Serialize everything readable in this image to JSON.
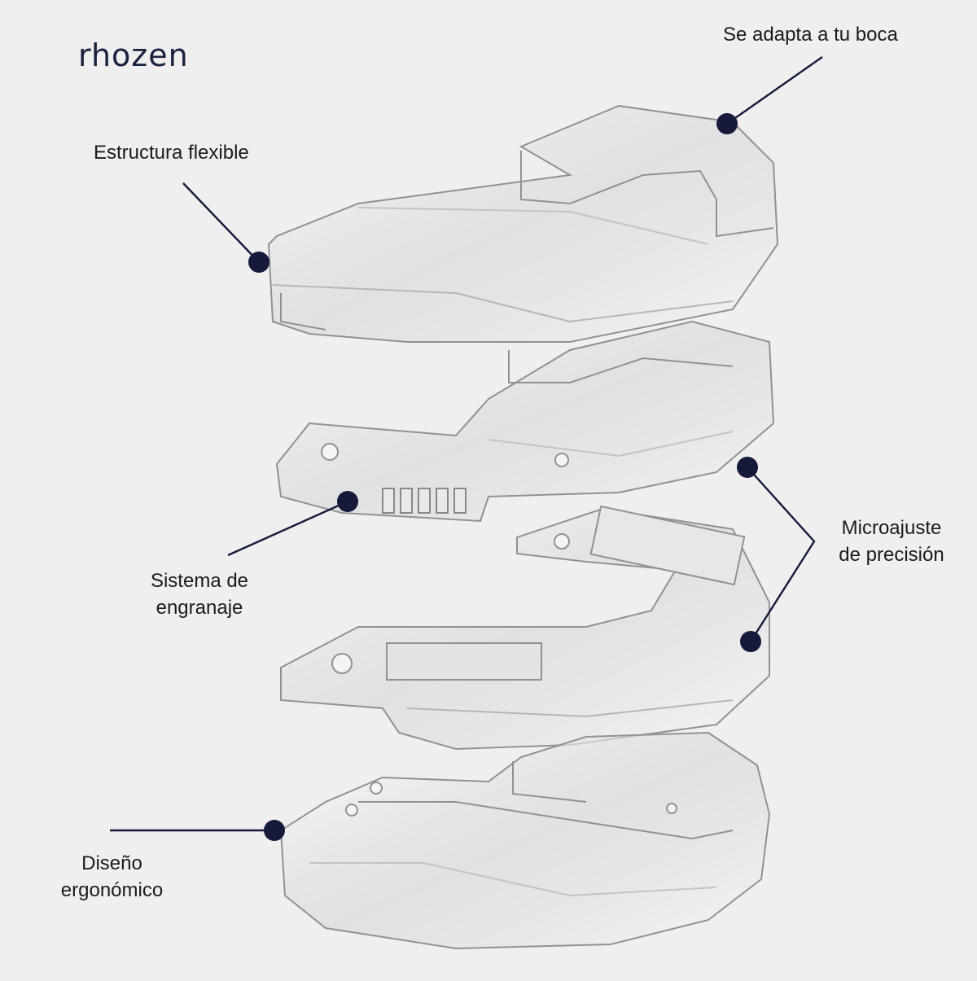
{
  "brand": "rhozen",
  "colors": {
    "background": "#efefef",
    "accent": "#15193a",
    "brand_text": "#1b2140"
  },
  "callouts": {
    "adapts": {
      "text": "Se adapta a tu boca"
    },
    "flexible": {
      "text": "Estructura flexible"
    },
    "gear": {
      "line1": "Sistema de",
      "line2": "engranaje"
    },
    "micro": {
      "line1": "Microajuste",
      "line2": "de precisión"
    },
    "ergonomic": {
      "line1": "Diseño",
      "line2": "ergonómico"
    }
  }
}
